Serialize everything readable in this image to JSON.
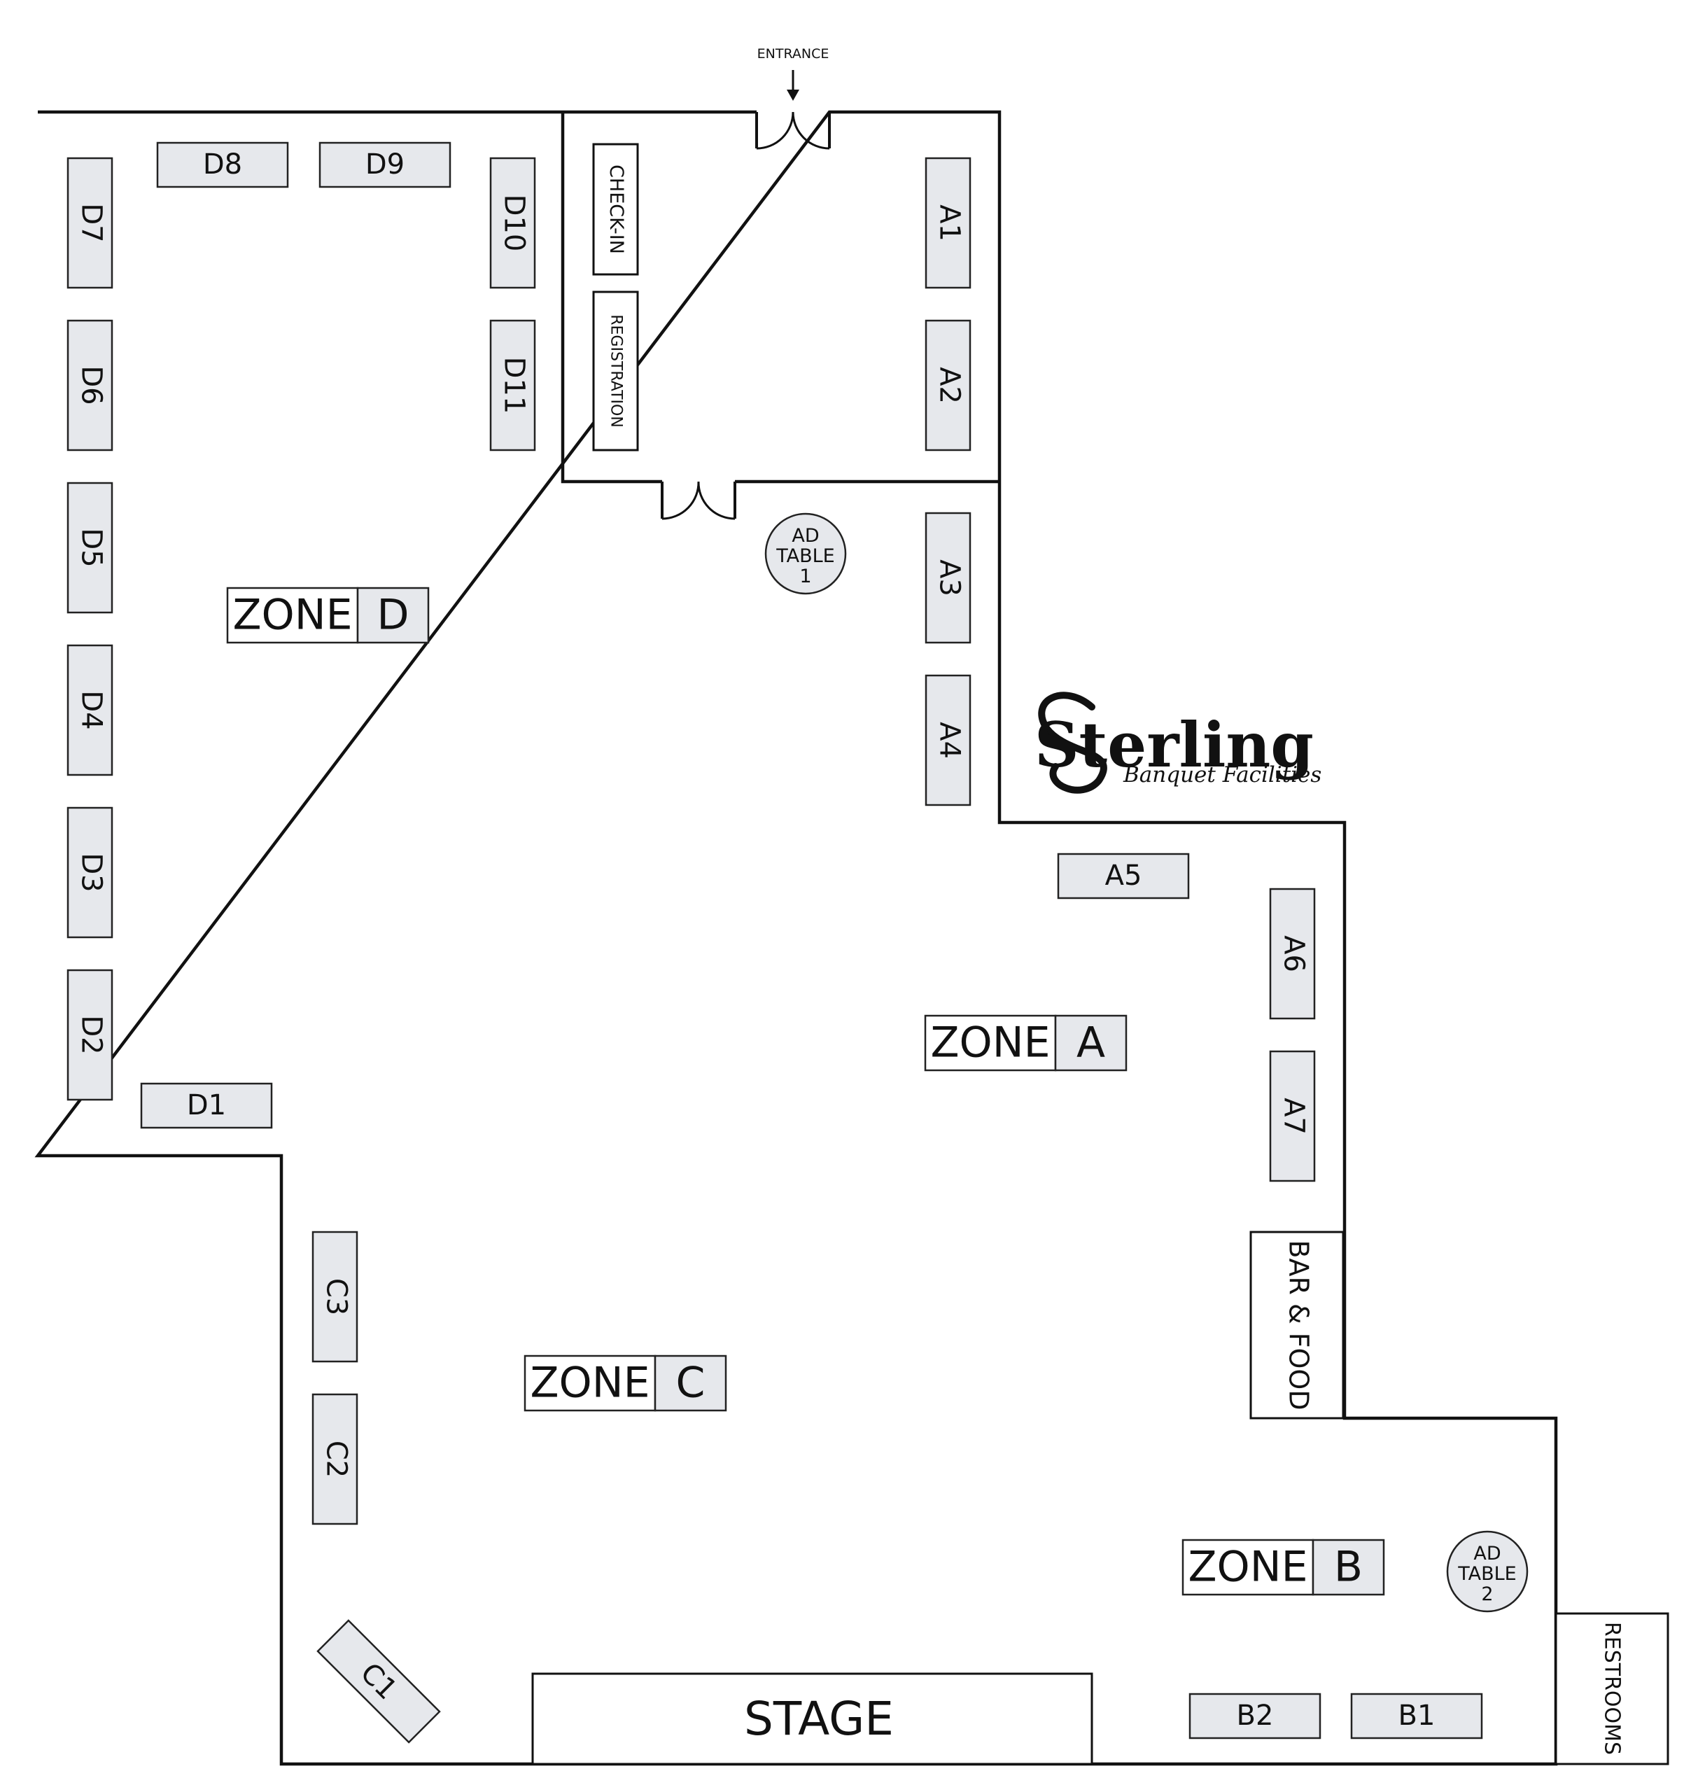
{
  "entrance_label": "ENTRANCE",
  "logo": {
    "name": "Sterling",
    "subtitle": "Banquet Facilities"
  },
  "rooms": {
    "stage": "STAGE",
    "bar_food": "BAR & FOOD",
    "restrooms": "RESTROOMS",
    "check_in": "CHECK-IN",
    "registration": "REGISTRATION"
  },
  "zones": [
    {
      "word": "ZONE",
      "letter": "D"
    },
    {
      "word": "ZONE",
      "letter": "A"
    },
    {
      "word": "ZONE",
      "letter": "C"
    },
    {
      "word": "ZONE",
      "letter": "B"
    }
  ],
  "ad_tables": [
    {
      "line1": "AD",
      "line2": "TABLE",
      "line3": "1"
    },
    {
      "line1": "AD",
      "line2": "TABLE",
      "line3": "2"
    }
  ],
  "booths": {
    "zone_d": [
      "D1",
      "D2",
      "D3",
      "D4",
      "D5",
      "D6",
      "D7",
      "D8",
      "D9",
      "D10",
      "D11"
    ],
    "zone_a": [
      "A1",
      "A2",
      "A3",
      "A4",
      "A5",
      "A6",
      "A7"
    ],
    "zone_c": [
      "C1",
      "C2",
      "C3"
    ],
    "zone_b": [
      "B1",
      "B2"
    ]
  },
  "colors": {
    "booth_fill": "#e6e8ec",
    "wall": "#111111"
  }
}
